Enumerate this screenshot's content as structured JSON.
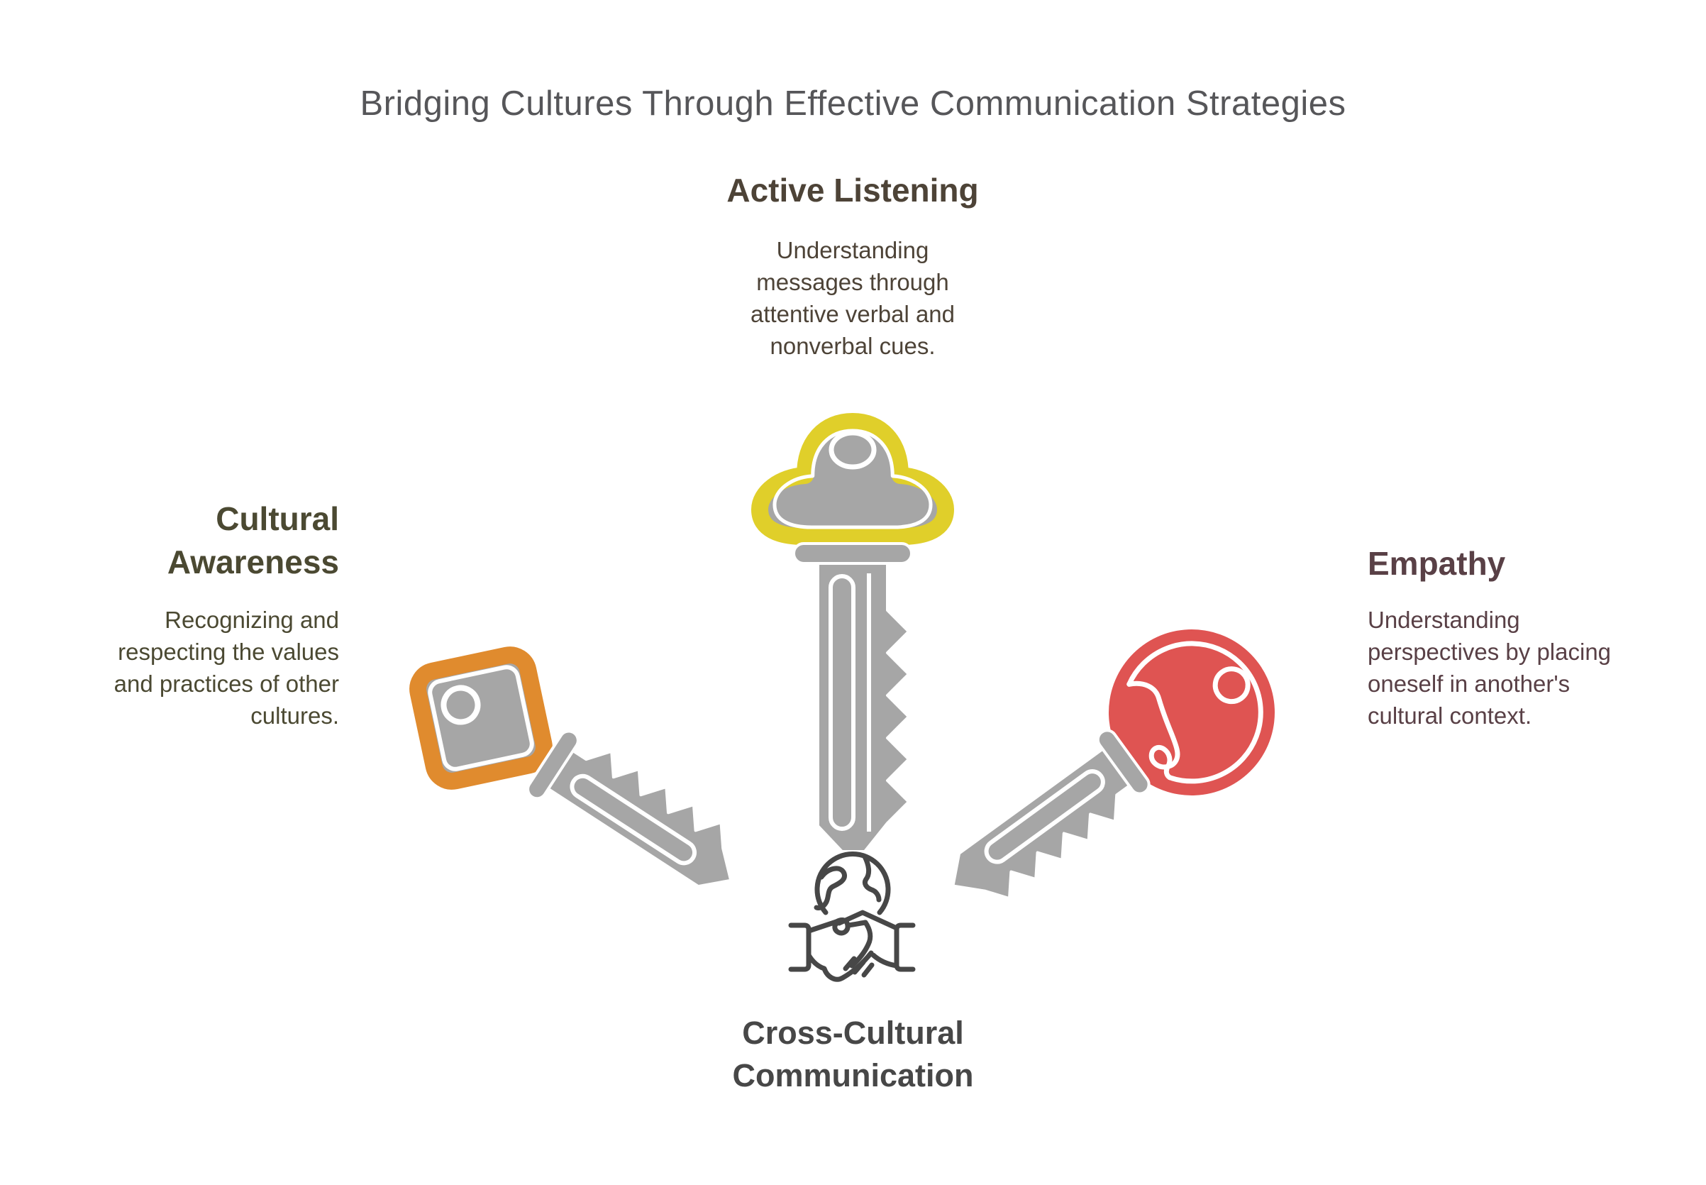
{
  "title": "Bridging Cultures Through Effective Communication Strategies",
  "palette": {
    "background": "#FFFFFF",
    "title_color": "#565659",
    "key_gray": "#A6A6A6",
    "key_outline_white": "#FFFFFF",
    "center_color": "#474747"
  },
  "sections": {
    "active_listening": {
      "heading": "Active Listening",
      "body_lines": [
        "Understanding",
        "messages through",
        "attentive verbal and",
        "nonverbal cues."
      ],
      "text_color": "#4D4337",
      "key_color": "#E0CF2A",
      "key_head_shape": "cloud",
      "position": "top"
    },
    "cultural_awareness": {
      "heading_lines": [
        "Cultural",
        "Awareness"
      ],
      "body_lines": [
        "Recognizing and",
        "respecting the values",
        "and practices of other",
        "cultures."
      ],
      "text_color": "#4B4932",
      "key_color": "#E08B2E",
      "key_head_shape": "diamond",
      "position": "left"
    },
    "empathy": {
      "heading": "Empathy",
      "body_lines": [
        "Understanding",
        "perspectives by placing",
        "oneself in another's",
        "cultural context."
      ],
      "text_color": "#594046",
      "key_color": "#DF5452",
      "key_head_shape": "round",
      "position": "right"
    }
  },
  "center": {
    "label_lines": [
      "Cross-Cultural",
      "Communication"
    ],
    "icon": "globe-handshake"
  }
}
